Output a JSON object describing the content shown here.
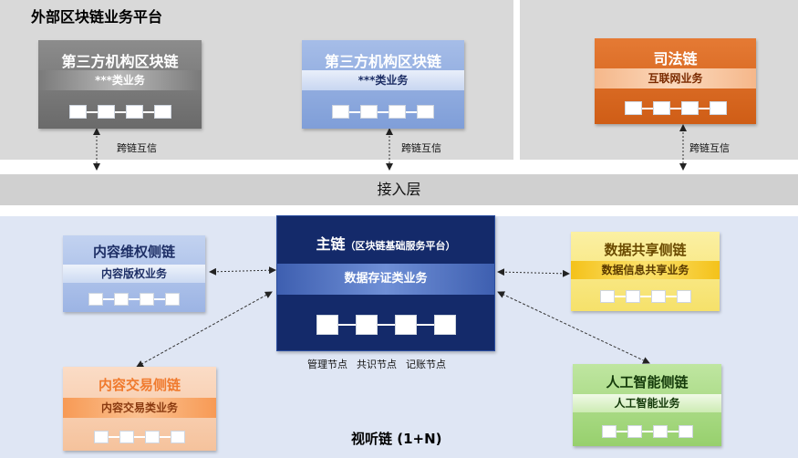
{
  "external_platform": {
    "title": "外部区块链业务平台"
  },
  "access_layer": {
    "label": "接入层"
  },
  "bottom_platform": {
    "title": "视听链 (1+N)"
  },
  "external_chains": [
    {
      "title": "第三方机构区块链",
      "service": "***类业务",
      "color": "#777777"
    },
    {
      "title": "第三方机构区块链",
      "service": "***类业务",
      "color": "#8ea9dd"
    },
    {
      "title": "司法链",
      "service": "互联网业务",
      "color": "#d6621d"
    }
  ],
  "cross_chain_label": "跨链互信",
  "main_chain": {
    "title": "主链",
    "subtitle": "（区块链基础服务平台）",
    "service": "数据存证类业务",
    "node_types": [
      "管理节点",
      "共识节点",
      "记账节点"
    ],
    "color": "#142a6a"
  },
  "side_chains": [
    {
      "title": "内容维权侧链",
      "service": "内容版权业务",
      "color": "#a9bfe8"
    },
    {
      "title": "内容交易侧链",
      "service": "内容交易类业务",
      "color": "#f7c9a8"
    },
    {
      "title": "数据共享侧链",
      "service": "数据信息共享业务",
      "color": "#f8e47a"
    },
    {
      "title": "人工智能侧链",
      "service": "人工智能业务",
      "color": "#9ed479"
    }
  ]
}
